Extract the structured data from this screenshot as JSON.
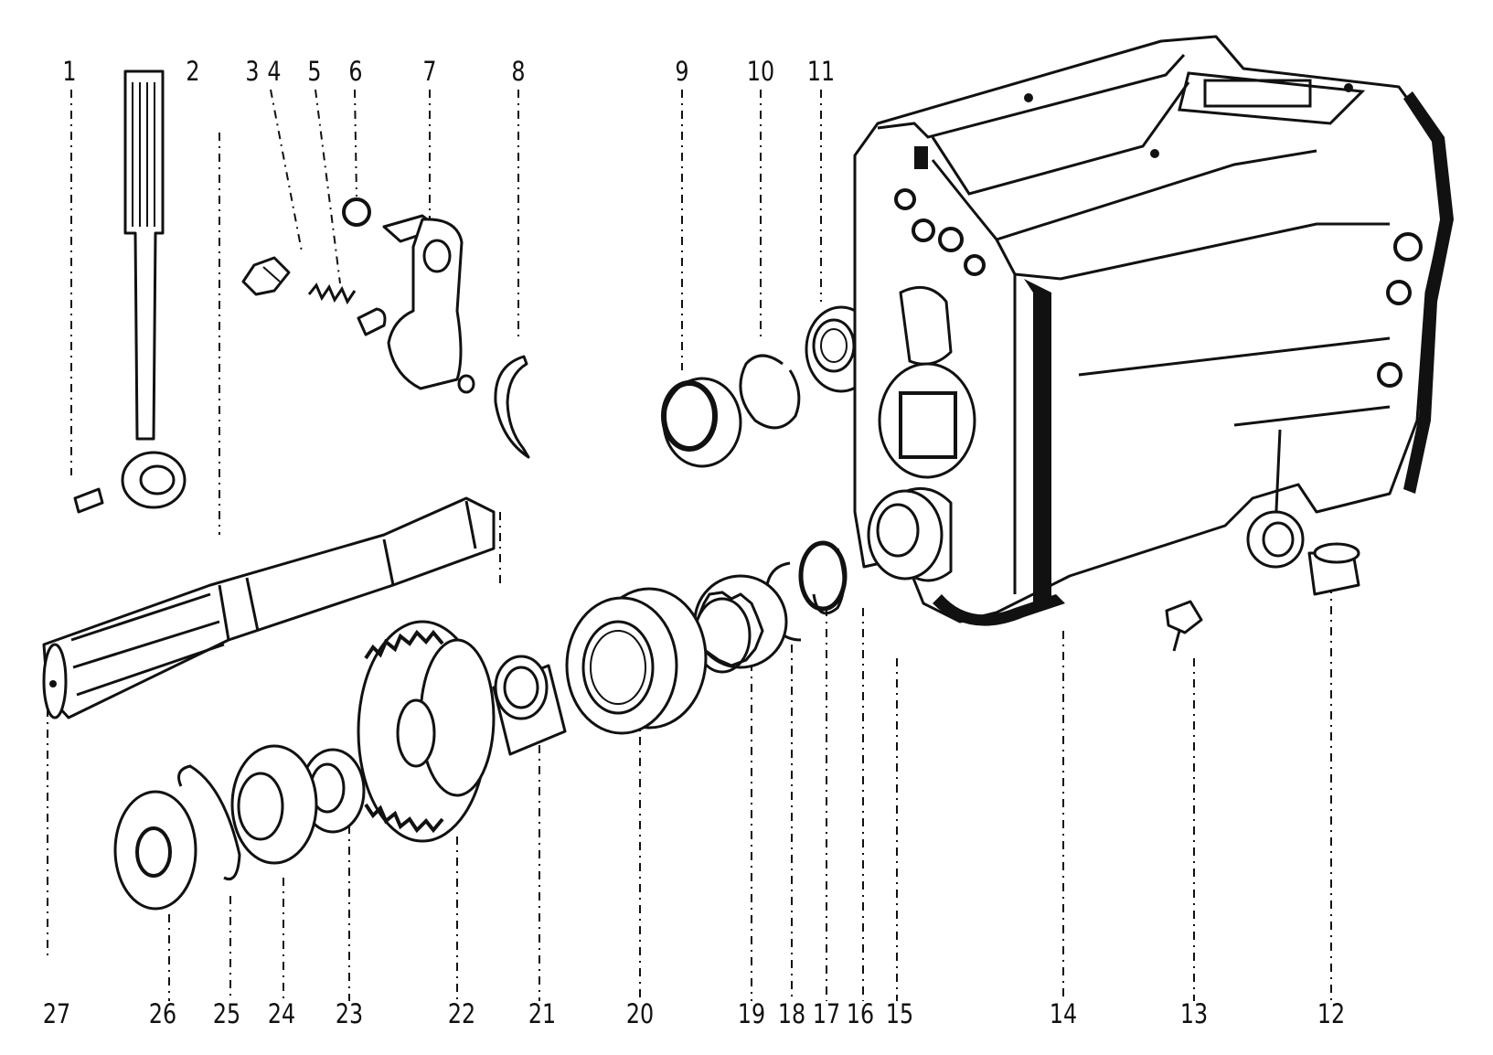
{
  "diagram": {
    "ink_color": "#111111",
    "background": "#ffffff",
    "part_labels": [
      "1",
      "2",
      "3",
      "4",
      "5",
      "6",
      "7",
      "8",
      "9",
      "10",
      "11",
      "12",
      "13",
      "14",
      "15",
      "16",
      "17",
      "18",
      "19",
      "20",
      "21",
      "22",
      "23",
      "24",
      "25",
      "26",
      "27"
    ]
  }
}
